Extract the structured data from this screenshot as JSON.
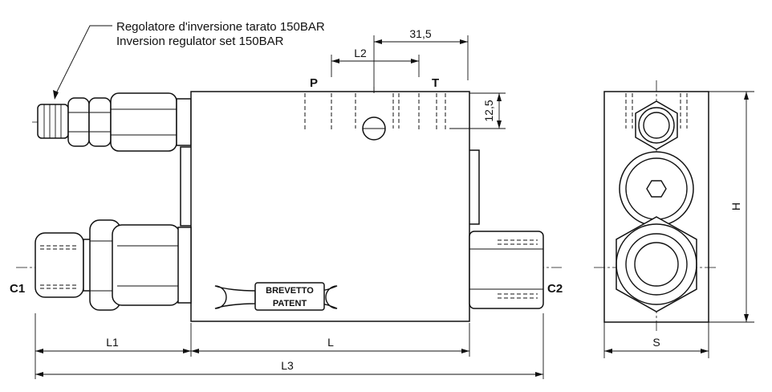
{
  "note": {
    "line1": "Regolatore d'inversione tarato 150BAR",
    "line2": "Inversion regulator set 150BAR"
  },
  "dimensions": {
    "d31_5": "31,5",
    "l2": "L2",
    "d12_5": "12,5",
    "l1": "L1",
    "l": "L",
    "l3": "L3",
    "s": "S",
    "h": "H"
  },
  "ports": {
    "p": "P",
    "t": "T",
    "c1": "C1",
    "c2": "C2"
  },
  "patent": {
    "line1": "BREVETTO",
    "line2": "PATENT"
  }
}
